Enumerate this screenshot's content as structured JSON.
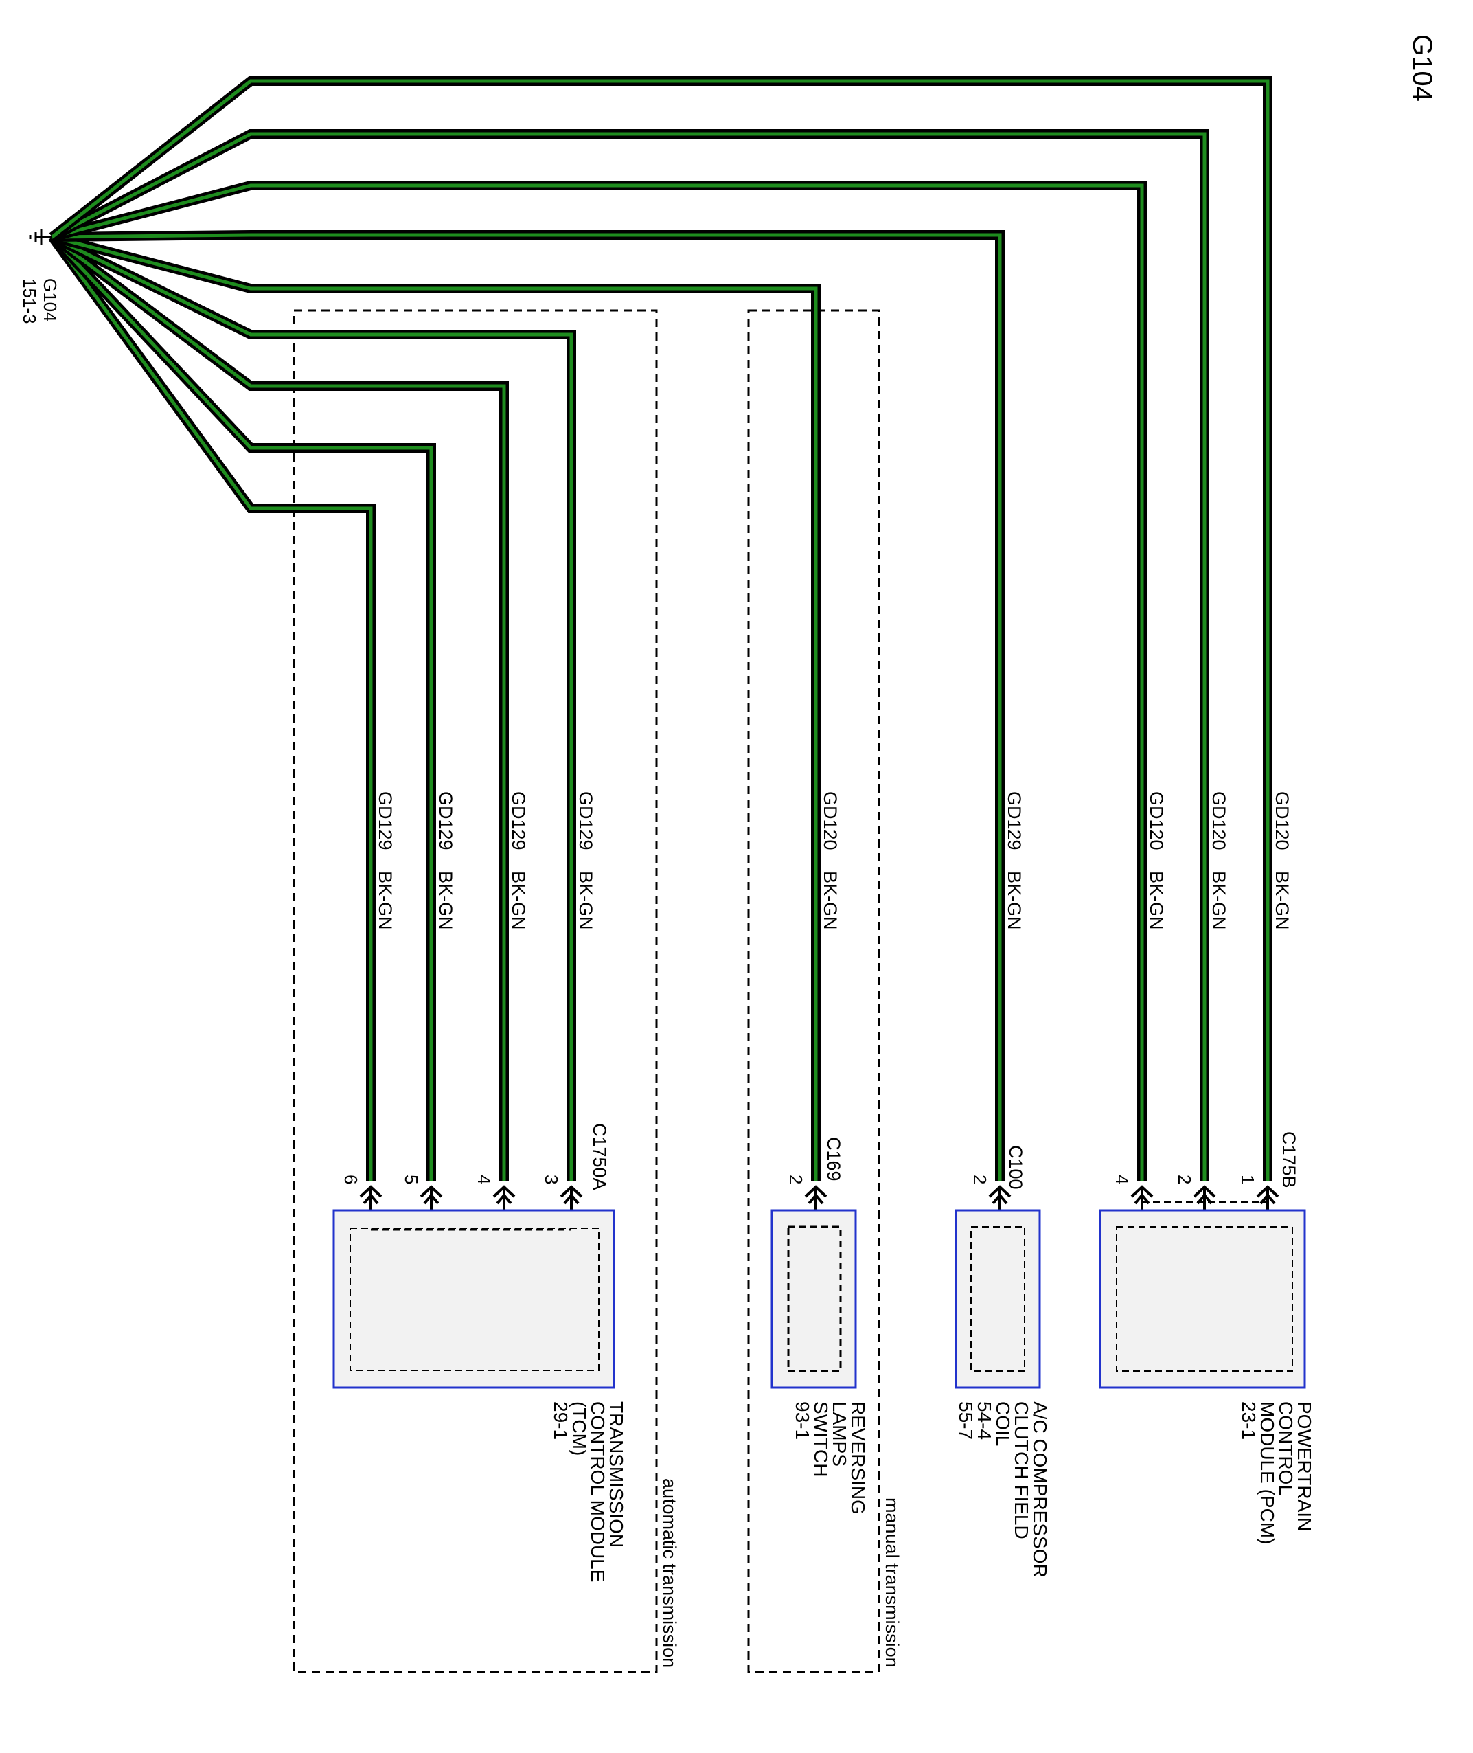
{
  "page_title": "G104",
  "ground": {
    "name": "G104",
    "ref": "151-3",
    "icon": "ground-icon"
  },
  "colors": {
    "wire_outer": "#000000",
    "wire_inner": "#1e8c1e",
    "module_border": "#2233cc",
    "module_fill": "#f2f2f2"
  },
  "wires": [
    {
      "circuit": "GD129",
      "color": "BK-GN",
      "pin": "6"
    },
    {
      "circuit": "GD129",
      "color": "BK-GN",
      "pin": "5"
    },
    {
      "circuit": "GD129",
      "color": "BK-GN",
      "pin": "4"
    },
    {
      "circuit": "GD129",
      "color": "BK-GN",
      "pin": "3"
    },
    {
      "circuit": "GD120",
      "color": "BK-GN",
      "pin": "2"
    },
    {
      "circuit": "GD129",
      "color": "BK-GN",
      "pin": "2"
    },
    {
      "circuit": "GD120",
      "color": "BK-GN",
      "pin": "4"
    },
    {
      "circuit": "GD120",
      "color": "BK-GN",
      "pin": "2"
    },
    {
      "circuit": "GD120",
      "color": "BK-GN",
      "pin": "1"
    }
  ],
  "connectors": [
    {
      "id": "C1750A"
    },
    {
      "id": "C169"
    },
    {
      "id": "C100"
    },
    {
      "id": "C175B"
    }
  ],
  "modules": [
    {
      "lines": [
        "TRANSMISSION",
        "CONTROL MODULE",
        "(TCM)",
        "29-1"
      ]
    },
    {
      "lines": [
        "REVERSING",
        "LAMPS",
        "SWITCH",
        "93-1"
      ]
    },
    {
      "lines": [
        "A/C COMPRESSOR",
        "CLUTCH FIELD",
        "COIL",
        "54-4",
        "55-7"
      ]
    },
    {
      "lines": [
        "POWERTRAIN",
        "CONTROL",
        "MODULE (PCM)",
        "23-1"
      ]
    }
  ],
  "groups": [
    {
      "label": "automatic transmission"
    },
    {
      "label": "manual transmission"
    }
  ]
}
